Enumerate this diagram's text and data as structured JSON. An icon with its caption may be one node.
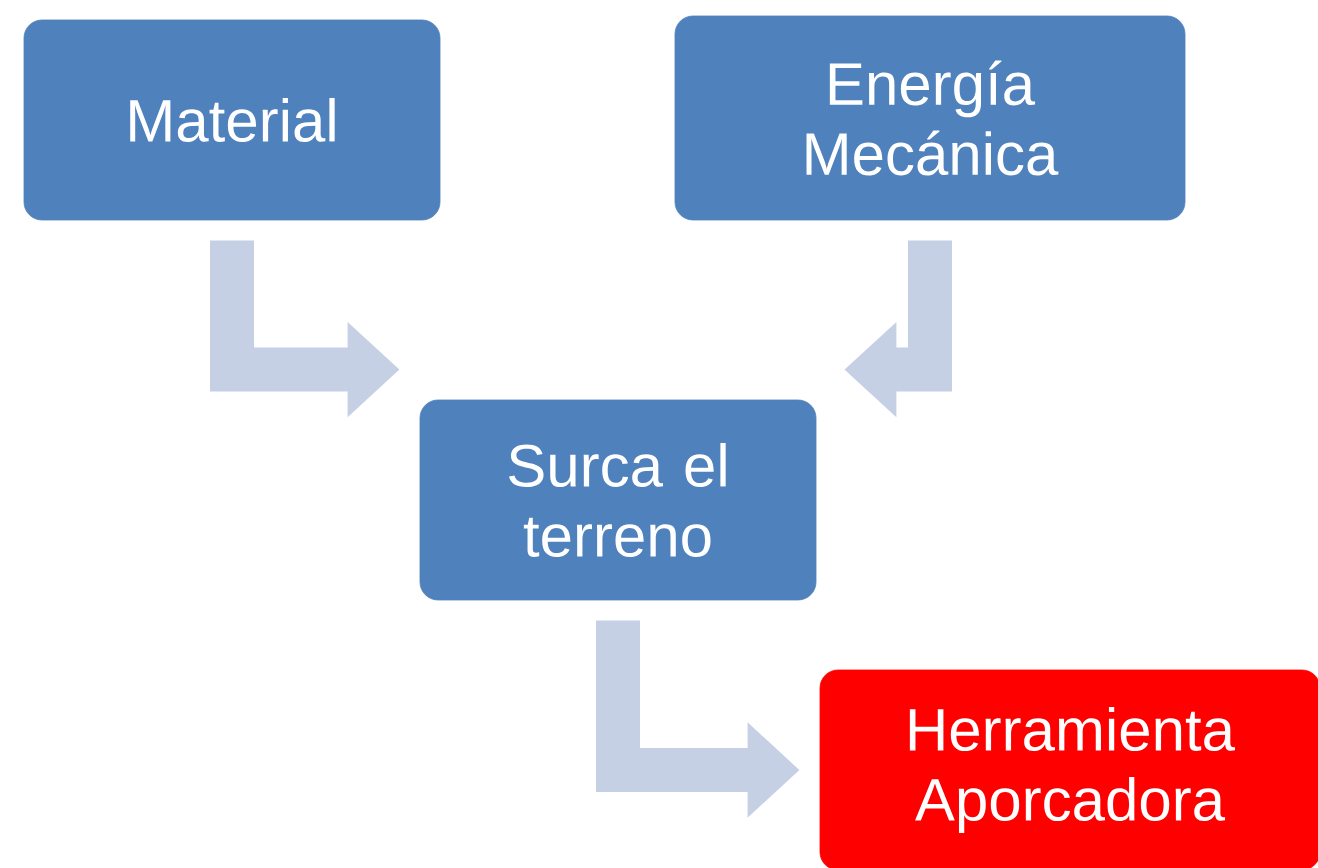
{
  "diagram": {
    "nodes": [
      {
        "text": [
          "Material"
        ]
      },
      {
        "text": [
          "Energía Mecánica"
        ]
      },
      {
        "text": [
          "Surca el terreno"
        ]
      },
      {
        "text": [
          "Herramienta Aporcadora"
        ]
      }
    ],
    "edges": [
      {
        "from": 0,
        "to": 2,
        "arrow": "to"
      },
      {
        "from": 1,
        "to": 2,
        "arrow": "to"
      },
      {
        "from": 2,
        "to": 3,
        "arrow": "to",
        "color": "#c6d0e4"
      }
    ]
  }
}
